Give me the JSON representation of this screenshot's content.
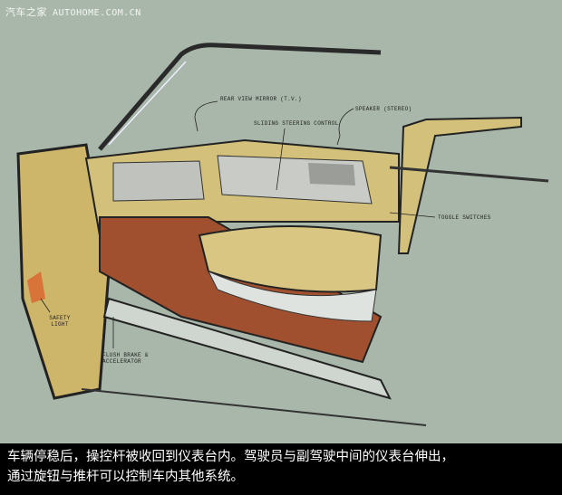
{
  "watermark": {
    "cn": "汽车之家",
    "en": "AUTOHOME.COM.CN"
  },
  "annotations": {
    "rear_view_mirror": "REAR VIEW MIRROR (T.V.)",
    "speaker": "SPEAKER (STEREO)",
    "sliding_steering": "SLIDING STEERING CONTROL",
    "toggle_switches": "TOGGLE SWITCHES",
    "safety_light": "SAFETY LIGHT",
    "flush_brake": "FLUSH BRAKE & ACCELERATOR"
  },
  "caption": {
    "line1": "车辆停稳后，操控杆被收回到仪表台内。驾驶员与副驾驶中间的仪表台伸出，",
    "line2": "通过旋钮与推杆可以控制车内其他系统。"
  }
}
